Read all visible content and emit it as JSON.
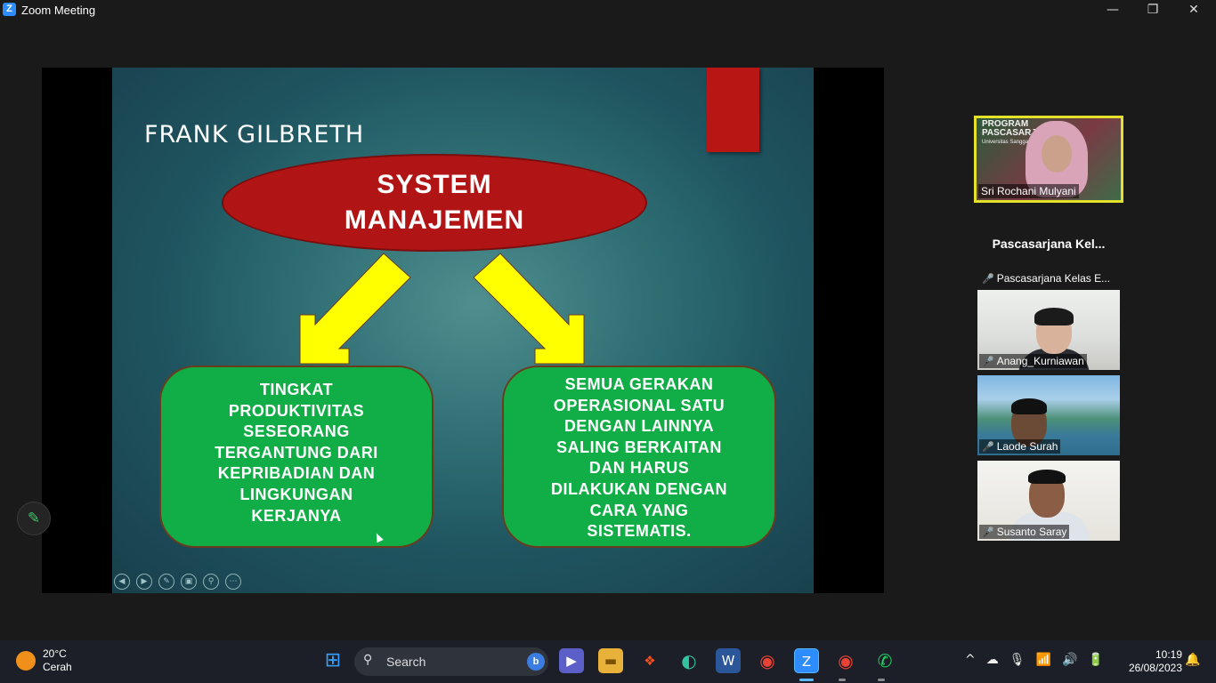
{
  "window": {
    "title": "Zoom Meeting",
    "logo": "Z",
    "minimize": "—",
    "maximize": "❐",
    "close": "✕"
  },
  "slide": {
    "title": "FRANK GILBRETH",
    "ellipse_text": "SYSTEM\nMANAJEMEN",
    "left_box": "TINGKAT\nPRODUKTIVITAS\nSESEORANG\nTERGANTUNG DARI\nKEPRIBADIAN DAN\nLINGKUNGAN\nKERJANYA",
    "right_box": "SEMUA GERAKAN\nOPERASIONAL SATU\nDENGAN LAINNYA\nSALING BERKAITAN\nDAN HARUS\nDILAKUKAN DENGAN\nCARA YANG\nSISTEMATIS.",
    "colors": {
      "ellipse": "#b01414",
      "arrows": "#ffff00",
      "boxes": "#11ad47",
      "accent_rect": "#b81515"
    },
    "controls": [
      "◀",
      "▶",
      "✎",
      "▣",
      "⚲",
      "⋯"
    ]
  },
  "participants": [
    {
      "name": "Sri Rochani Mulyani",
      "banner": "PROGRAM\nPASCASARJA",
      "banner_small": "Universitas Sangga",
      "speaking": true
    },
    {
      "name": "Pascasarjana Kelas E...",
      "display": "Pascasarjana  Kel...",
      "muted": true
    },
    {
      "name": "Anang_Kurniawan",
      "muted": true
    },
    {
      "name": "Laode Surah",
      "muted": true
    },
    {
      "name": "Susanto Saray",
      "muted": true
    }
  ],
  "taskbar": {
    "weather": {
      "temp": "20°C",
      "condition": "Cerah"
    },
    "search_placeholder": "Search",
    "search_badge": "b",
    "apps": [
      "windows-start",
      "search",
      "meet",
      "file-explorer",
      "figma",
      "edge",
      "word",
      "chrome",
      "zoom",
      "chrome-profile",
      "whatsapp"
    ],
    "time": "10:19",
    "date": "26/08/2023",
    "tray": [
      "^",
      "☁",
      "🎙",
      "📶",
      "🔊",
      "🔋"
    ]
  }
}
